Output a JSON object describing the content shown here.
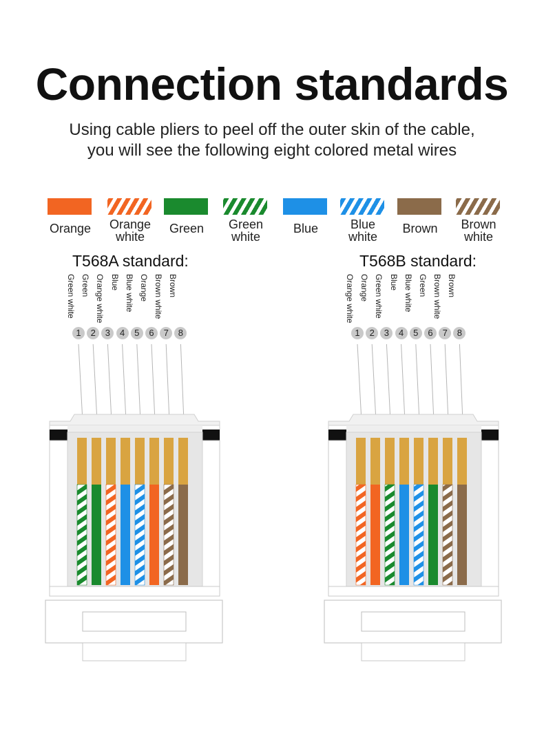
{
  "header": {
    "title": "Connection standards",
    "subtitle_line1": "Using cable pliers to peel off the outer skin of the cable,",
    "subtitle_line2": "you will see the following eight colored metal wires"
  },
  "colors": {
    "orange": "#f26522",
    "green": "#1a8a2e",
    "blue": "#1e90e6",
    "brown": "#8b6b4a",
    "gold": "#d9a441"
  },
  "legend": [
    {
      "label1": "Orange",
      "label2": "",
      "color": "#f26522",
      "striped": false
    },
    {
      "label1": "Orange",
      "label2": "white",
      "color": "#f26522",
      "striped": true
    },
    {
      "label1": "Green",
      "label2": "",
      "color": "#1a8a2e",
      "striped": false
    },
    {
      "label1": "Green",
      "label2": "white",
      "color": "#1a8a2e",
      "striped": true
    },
    {
      "label1": "Blue",
      "label2": "",
      "color": "#1e90e6",
      "striped": false
    },
    {
      "label1": "Blue",
      "label2": "white",
      "color": "#1e90e6",
      "striped": true
    },
    {
      "label1": "Brown",
      "label2": "",
      "color": "#8b6b4a",
      "striped": false
    },
    {
      "label1": "Brown",
      "label2": "white",
      "color": "#8b6b4a",
      "striped": true
    }
  ],
  "standards": [
    {
      "title": "T568A standard:",
      "pins": [
        {
          "num": "1",
          "label": "Green white",
          "color": "#1a8a2e",
          "striped": true
        },
        {
          "num": "2",
          "label": "Green",
          "color": "#1a8a2e",
          "striped": false
        },
        {
          "num": "3",
          "label": "Orange white",
          "color": "#f26522",
          "striped": true
        },
        {
          "num": "4",
          "label": "Blue",
          "color": "#1e90e6",
          "striped": false
        },
        {
          "num": "5",
          "label": "Blue white",
          "color": "#1e90e6",
          "striped": true
        },
        {
          "num": "6",
          "label": "Orange",
          "color": "#f26522",
          "striped": false
        },
        {
          "num": "7",
          "label": "Brown white",
          "color": "#8b6b4a",
          "striped": true
        },
        {
          "num": "8",
          "label": "Brown",
          "color": "#8b6b4a",
          "striped": false
        }
      ]
    },
    {
      "title": "T568B standard:",
      "pins": [
        {
          "num": "1",
          "label": "Orange white",
          "color": "#f26522",
          "striped": true
        },
        {
          "num": "2",
          "label": "Orange",
          "color": "#f26522",
          "striped": false
        },
        {
          "num": "3",
          "label": "Green white",
          "color": "#1a8a2e",
          "striped": true
        },
        {
          "num": "4",
          "label": "Blue",
          "color": "#1e90e6",
          "striped": false
        },
        {
          "num": "5",
          "label": "Blue white",
          "color": "#1e90e6",
          "striped": true
        },
        {
          "num": "6",
          "label": "Green",
          "color": "#1a8a2e",
          "striped": false
        },
        {
          "num": "7",
          "label": "Brown white",
          "color": "#8b6b4a",
          "striped": true
        },
        {
          "num": "8",
          "label": "Brown",
          "color": "#8b6b4a",
          "striped": false
        }
      ]
    }
  ]
}
